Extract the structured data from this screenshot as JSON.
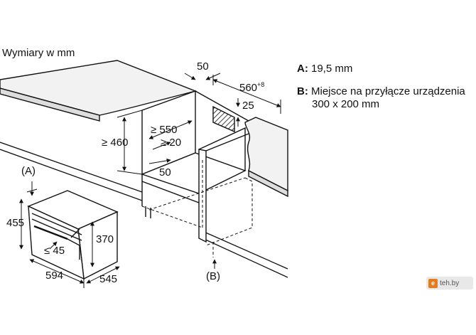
{
  "title": "Wymiary w mm",
  "dimensions": {
    "top_gap": "50",
    "depth": "560",
    "depth_sup": "+8",
    "vent_depth": "25",
    "niche_depth": "≥ 550",
    "rear_gap": "≥ 20",
    "niche_height": "≥ 460",
    "bottom_depth": "50",
    "appliance_height": "455",
    "front_height": "370",
    "handle_gap": "≤ 45",
    "appliance_width": "594",
    "appliance_depth": "545"
  },
  "labels": {
    "a": "(A)",
    "b": "(B)"
  },
  "legend": {
    "a_key": "A:",
    "a_text": "19,5 mm",
    "b_key": "B:",
    "b_text_line1": "Miejsce na przyłącze urządzenia",
    "b_text_line2": "300 x 200 mm"
  },
  "watermark": {
    "badge": "e",
    "text": "teh.by"
  },
  "colors": {
    "line": "#111111",
    "counter_fill": "#f2f2f2",
    "watermark_accent": "#e57b1e"
  }
}
